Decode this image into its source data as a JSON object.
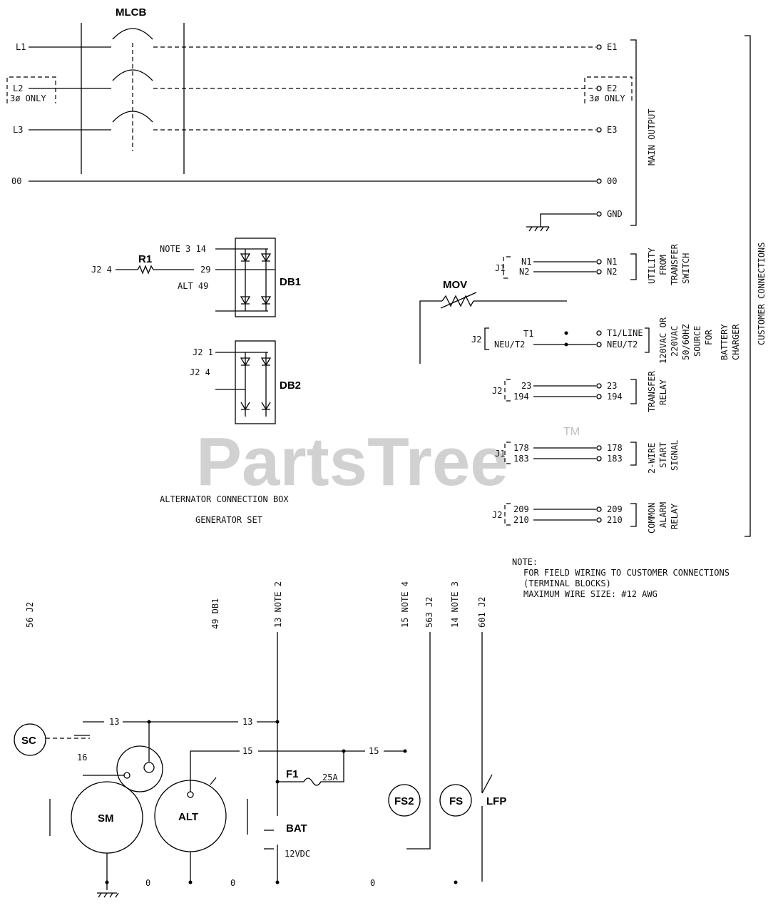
{
  "breaker": {
    "label": "MLCB"
  },
  "lines": {
    "l1": "L1",
    "l2": "L2",
    "l2_note": "3ø ONLY",
    "l3": "L3",
    "l0": "00",
    "e1": "E1",
    "e2": "E2",
    "e2_note": "3ø ONLY",
    "e3": "E3",
    "e0": "00",
    "gnd": "GND"
  },
  "main_output": "MAIN OUTPUT",
  "customer_connections": "CUSTOMER CONNECTIONS",
  "r1": {
    "label": "R1",
    "input": "J2 4",
    "out": "29"
  },
  "db1": {
    "label": "DB1",
    "top": "NOTE 3 14",
    "mid": "29",
    "bottom": "ALT 49"
  },
  "db2": {
    "label": "DB2",
    "top": "J2 1",
    "bottom": "J2 4"
  },
  "box_labels": {
    "line1": "ALTERNATOR CONNECTION BOX",
    "line2": "GENERATOR SET"
  },
  "mov": {
    "label": "MOV"
  },
  "utility": {
    "plug": "J1",
    "w1": "N1",
    "w2": "N2",
    "t1": "N1",
    "t2": "N2",
    "desc": [
      "UTILITY",
      "FROM",
      "TRANSFER",
      "SWITCH"
    ]
  },
  "charger": {
    "plug": "J2",
    "w1": "T1",
    "w2": "NEU/T2",
    "t1": "T1/LINE",
    "t2": "NEU/T2",
    "desc": [
      "120VAC OR",
      "220VAC",
      "50/60HZ",
      "SOURCE",
      "FOR",
      "BATTERY",
      "CHARGER"
    ]
  },
  "transfer_relay": {
    "plug": "J2",
    "w1": "23",
    "w2": "194",
    "t1": "23",
    "t2": "194",
    "desc": [
      "TRANSFER",
      "RELAY"
    ]
  },
  "start_signal": {
    "plug": "J1",
    "w1": "178",
    "w2": "183",
    "t1": "178",
    "t2": "183",
    "desc": [
      "2-WIRE",
      "START",
      "SIGNAL"
    ]
  },
  "alarm_relay": {
    "plug": "J2",
    "w1": "209",
    "w2": "210",
    "t1": "209",
    "t2": "210",
    "desc": [
      "COMMON",
      "ALARM",
      "RELAY"
    ]
  },
  "note": {
    "title": "NOTE:",
    "line1": "FOR FIELD WIRING TO CUSTOMER CONNECTIONS",
    "line2": "(TERMINAL BLOCKS)",
    "line3": "MAXIMUM WIRE SIZE: #12 AWG"
  },
  "vertical_labels": {
    "v1": "56 J2",
    "v2": "49 DB1",
    "v3": "13 NOTE 2",
    "v4": "15 NOTE 4",
    "v5": "563 J2",
    "v6": "14 NOTE 3",
    "v7": "601 J2"
  },
  "lower": {
    "sc": "SC",
    "sm": "SM",
    "alt": "ALT",
    "fs2": "FS2",
    "fs": "FS",
    "lfp": "LFP",
    "f1": "F1",
    "fuse": "25A",
    "bat": "BAT",
    "voltage": "12VDC",
    "w13a": "13",
    "w13b": "13",
    "w15a": "15",
    "w15b": "15",
    "w16": "16",
    "g0a": "0",
    "g0b": "0",
    "g0c": "0"
  },
  "watermark": {
    "text": "PartsTree",
    "tm": "TM"
  }
}
